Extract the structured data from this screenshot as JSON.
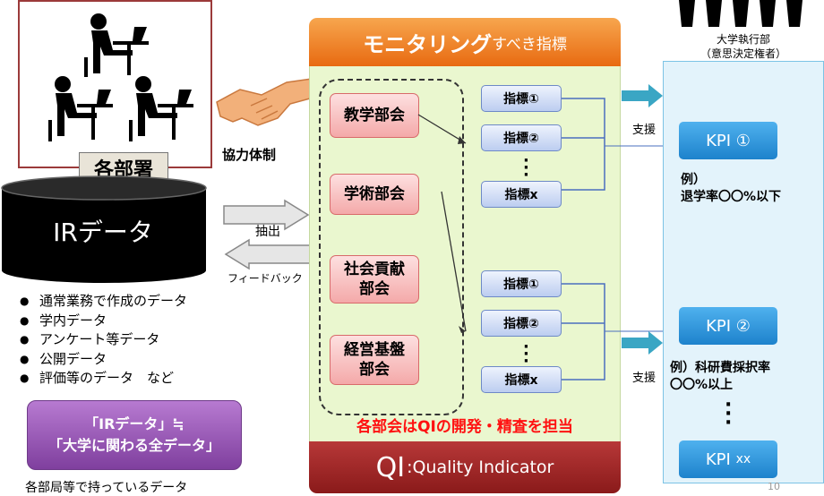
{
  "departments": {
    "label": "各部署",
    "cooperation": "協力体制"
  },
  "ir_data": {
    "label": "IRデータ",
    "items": [
      "通常業務で作成のデータ",
      "学内データ",
      "アンケート等データ",
      "公開データ",
      "評価等のデータ　など"
    ],
    "definition_line1": "「IRデータ」≒",
    "definition_line2": "「大学に関わる全データ」",
    "caption": "各部局等で持っているデータ"
  },
  "flow": {
    "extract": "抽出",
    "feedback": "フィードバック"
  },
  "monitoring": {
    "title_strong": "モニタリング",
    "title_weak": "すべき指標",
    "committees": [
      "教学部会",
      "学術部会",
      "社会貢献部会",
      "経営基盤部会"
    ],
    "committee_lines": {
      "social_1": "社会貢献",
      "social_2": "部会",
      "mgmt_1": "経営基盤",
      "mgmt_2": "部会"
    },
    "indicators_group1": [
      "指標①",
      "指標②",
      "指標x"
    ],
    "indicators_group2": [
      "指標①",
      "指標②",
      "指標x"
    ],
    "note": "各部会はQIの開発・精査を担当",
    "qi_big": "QI",
    "qi_small": ":Quality Indicator"
  },
  "executive": {
    "title_line1": "大学執行部",
    "title_line2": "（意思決定権者）",
    "support": "支援",
    "kpi1_main": "KPI",
    "kpi1_num": "①",
    "kpi1_example_line1": "例）",
    "kpi1_example_line2": "退学率〇〇%以下",
    "kpi2_main": "KPI",
    "kpi2_num": "②",
    "kpi2_example_line1": "例）科研費採択率",
    "kpi2_example_line2": "〇〇%以上",
    "kpixx_main": "KPI",
    "kpixx_num": "xx"
  },
  "page_number": "10",
  "colors": {
    "monitoring_header": "#e86a11",
    "qi_bar": "#a02a2a",
    "monitoring_bg": "#eaf7cf",
    "committee_fill": "#f4a9a9",
    "indicator_fill": "#bccdf0",
    "kpi_fill": "#1d82cc",
    "ir_box": "#7f3f9e",
    "note_text": "#ff1111",
    "arrow_teal": "#3aa6c4"
  }
}
